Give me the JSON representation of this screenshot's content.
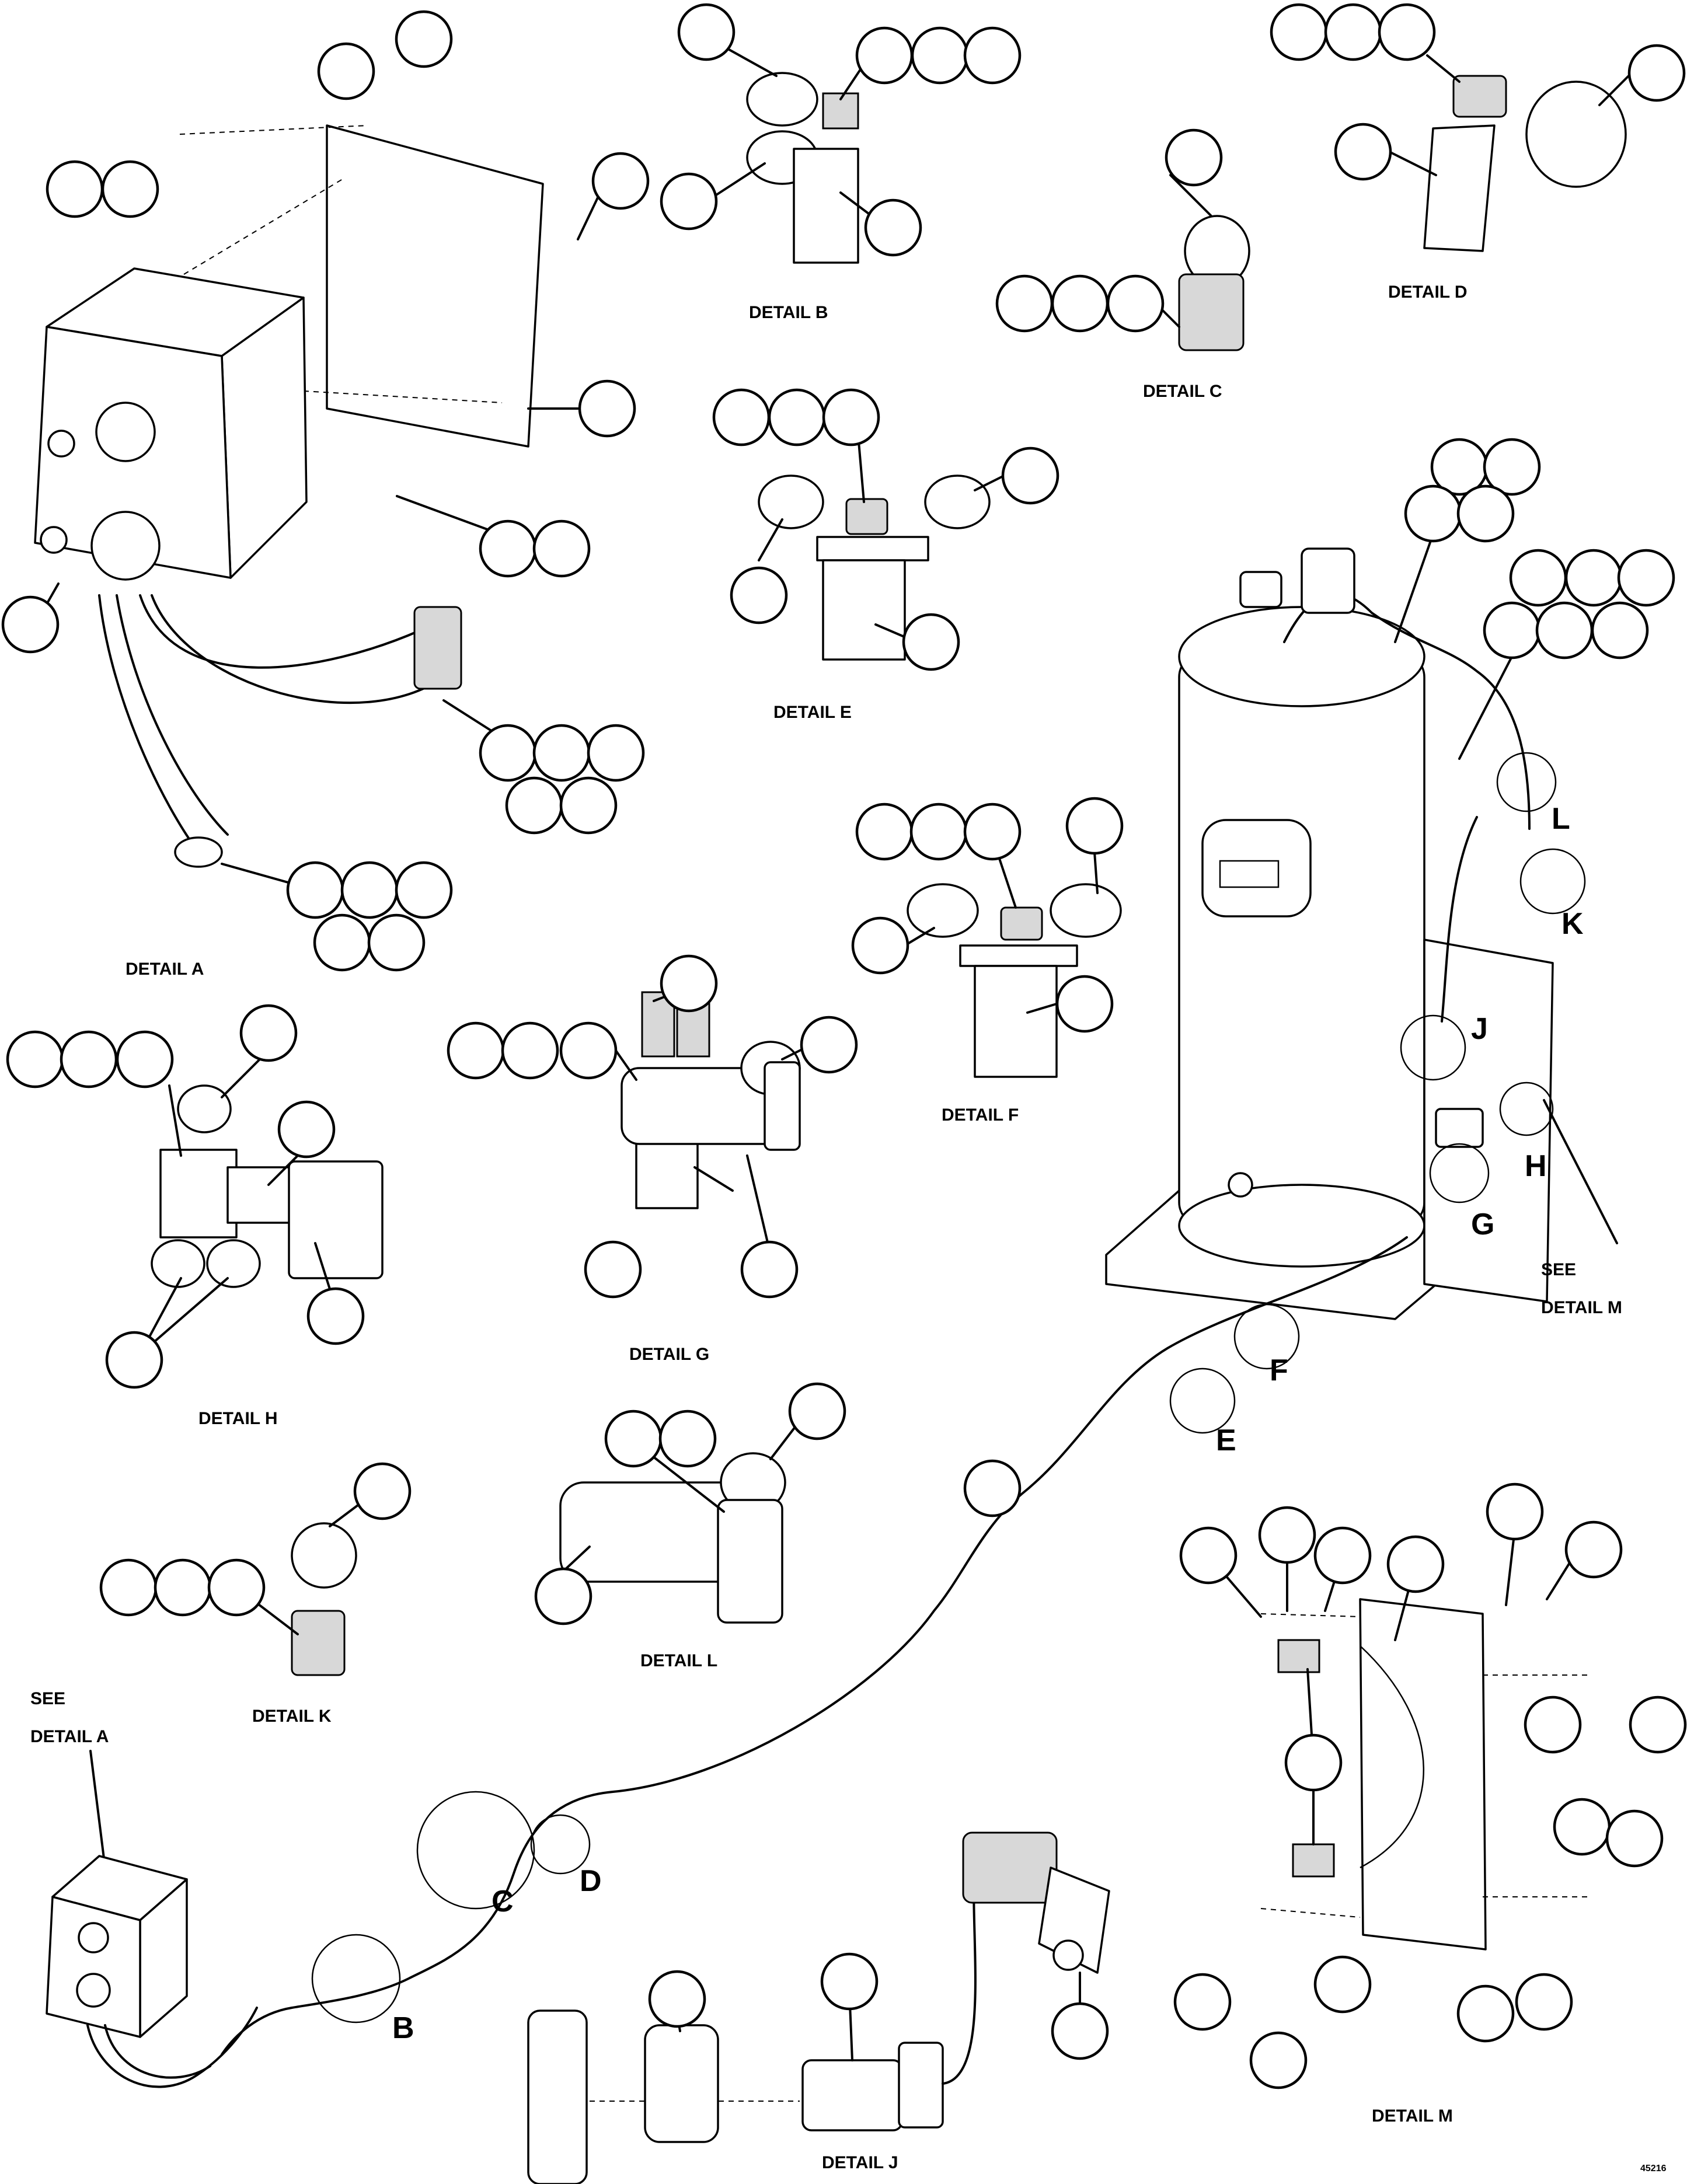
{
  "labels": {
    "detail_a": "DETAIL A",
    "detail_b": "DETAIL B",
    "detail_c": "DETAIL C",
    "detail_d": "DETAIL D",
    "detail_e": "DETAIL E",
    "detail_f": "DETAIL F",
    "detail_g": "DETAIL G",
    "detail_h": "DETAIL H",
    "detail_j": "DETAIL J",
    "detail_k": "DETAIL K",
    "detail_l": "DETAIL L",
    "detail_m": "DETAIL M",
    "see_detail_m_1": "SEE",
    "see_detail_m_2": "DETAIL M",
    "see_detail_a_1": "SEE",
    "see_detail_a_2": "DETAIL A",
    "figure_number": "45216"
  },
  "callout_letters": {
    "b": "B",
    "c": "C",
    "d": "D",
    "e": "E",
    "f": "F",
    "g": "G",
    "h": "H",
    "j": "J",
    "k": "K",
    "l": "L"
  },
  "colors": {
    "line": "#000000",
    "background": "#ffffff",
    "shade": "#d8d8d8"
  }
}
